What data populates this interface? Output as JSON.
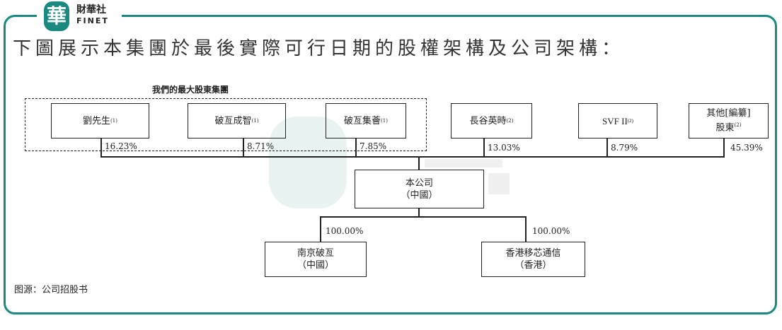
{
  "logo": {
    "cn": "財華社",
    "en": "FINET",
    "mark": "華"
  },
  "title": "下圖展示本集團於最後實際可行日期的股權架構及公司架構：",
  "group_label": "我們的最大股東集團",
  "shareholders": [
    {
      "name": "劉先生",
      "note": "(1)",
      "pct": "16.23%"
    },
    {
      "name": "破亙成智",
      "note": "(1)",
      "pct": "8.71%"
    },
    {
      "name": "破亙集薈",
      "note": "(1)",
      "pct": "7.85%"
    },
    {
      "name": "長谷英時",
      "note": "(2)",
      "pct": "13.03%"
    },
    {
      "name": "SVF II",
      "note": "(2)",
      "pct": "8.79%"
    },
    {
      "name": "其他[編纂]",
      "name2": "股東",
      "note": "(2)",
      "pct": "45.39%"
    }
  ],
  "company": {
    "name": "本公司",
    "loc": "（中國）"
  },
  "subsidiaries": [
    {
      "name": "南京破亙",
      "loc": "（中國）",
      "pct": "100.00%"
    },
    {
      "name": "香港移芯通信",
      "loc": "（香港）",
      "pct": "100.00%"
    }
  ],
  "source": "图源：公司招股书",
  "colors": {
    "accent": "#1a8a80"
  }
}
